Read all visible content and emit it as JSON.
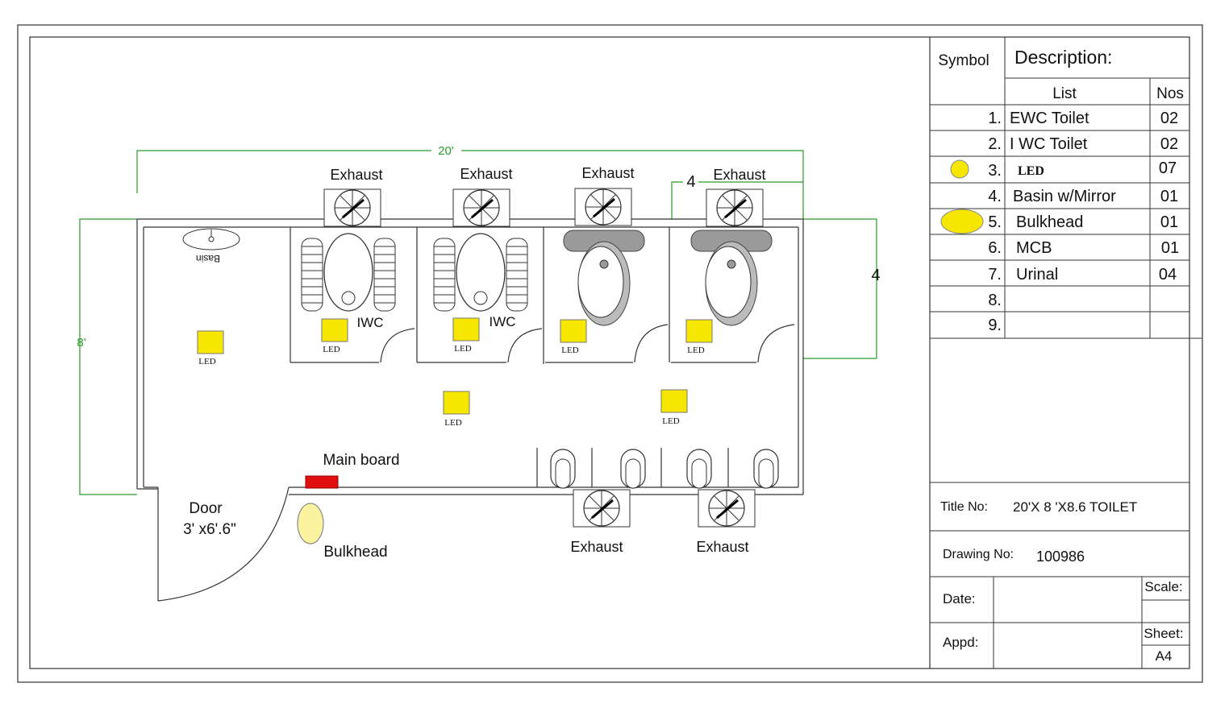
{
  "plan": {
    "dimension_width": "20'",
    "dimension_height": "8'",
    "dimension_stall": "4",
    "dimension_stall_depth": "4",
    "exhaust_label": "Exhaust",
    "basin_label": "Basin",
    "iwc_label": "IWC",
    "led_label": "LED",
    "main_board_label": "Main board",
    "door_label": "Door",
    "door_size": "3' x6'.6\"",
    "bulkhead_label": "Bulkhead"
  },
  "legend": {
    "symbol_header": "Symbol",
    "description_header": "Description:",
    "list_header": "List",
    "nos_header": "Nos",
    "rows": [
      {
        "num": "1.",
        "item": "EWC Toilet",
        "nos": "02"
      },
      {
        "num": "2.",
        "item": "I WC Toilet",
        "nos": "02"
      },
      {
        "num": "3.",
        "item": "LED",
        "nos": "07"
      },
      {
        "num": "4.",
        "item": "Basin w/Mirror",
        "nos": "01"
      },
      {
        "num": "5.",
        "item": "Bulkhead",
        "nos": "01"
      },
      {
        "num": "6.",
        "item": "MCB",
        "nos": "01"
      },
      {
        "num": "7.",
        "item": "Urinal",
        "nos": "04"
      },
      {
        "num": "8.",
        "item": "",
        "nos": ""
      },
      {
        "num": "9.",
        "item": "",
        "nos": ""
      }
    ]
  },
  "title_block": {
    "title_label": "Title No:",
    "title_value": "20'X 8 'X8.6 TOILET",
    "drawing_label": "Drawing No:",
    "drawing_value": "100986",
    "date_label": "Date:",
    "scale_label": "Scale:",
    "appd_label": "Appd:",
    "sheet_label": "Sheet:",
    "sheet_value": "A4"
  },
  "colors": {
    "led_fill": "#f7e600",
    "main_board_fill": "#e01010",
    "dimension_line": "#2a9a2a"
  }
}
